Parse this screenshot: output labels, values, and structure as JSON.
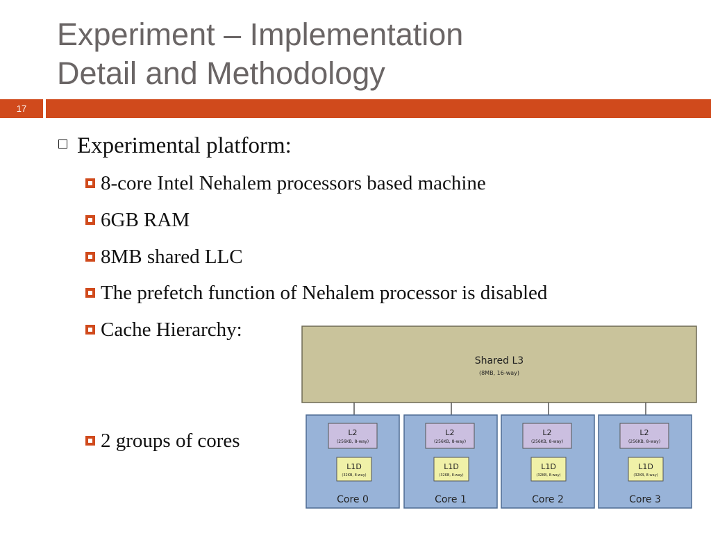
{
  "slide": {
    "title_line1": "Experiment – Implementation",
    "title_line2": "Detail and Methodology",
    "number": "17"
  },
  "bullets": {
    "level1": "Experimental platform:",
    "items": [
      "8-core Intel Nehalem processors based machine",
      "6GB RAM",
      "8MB shared LLC",
      "The prefetch function of Nehalem processor is disabled",
      "Cache Hierarchy:",
      "2 groups of cores"
    ]
  },
  "diagram": {
    "l3_label": "Shared L3",
    "l3_detail": "(8MB, 16-way)",
    "l2_label": "L2",
    "l2_detail": "(256KB, 8-way)",
    "l1_label": "L1D",
    "l1_detail": "(32KB, 8-way)",
    "cores": [
      "Core 0",
      "Core 1",
      "Core 2",
      "Core 3"
    ]
  },
  "colors": {
    "accent": "#d04a1c",
    "title": "#6a6565",
    "l3_fill": "#c9c39b",
    "core_fill": "#98b3d8",
    "l2_fill": "#cbbfe0",
    "l1_fill": "#f0f1a8"
  }
}
